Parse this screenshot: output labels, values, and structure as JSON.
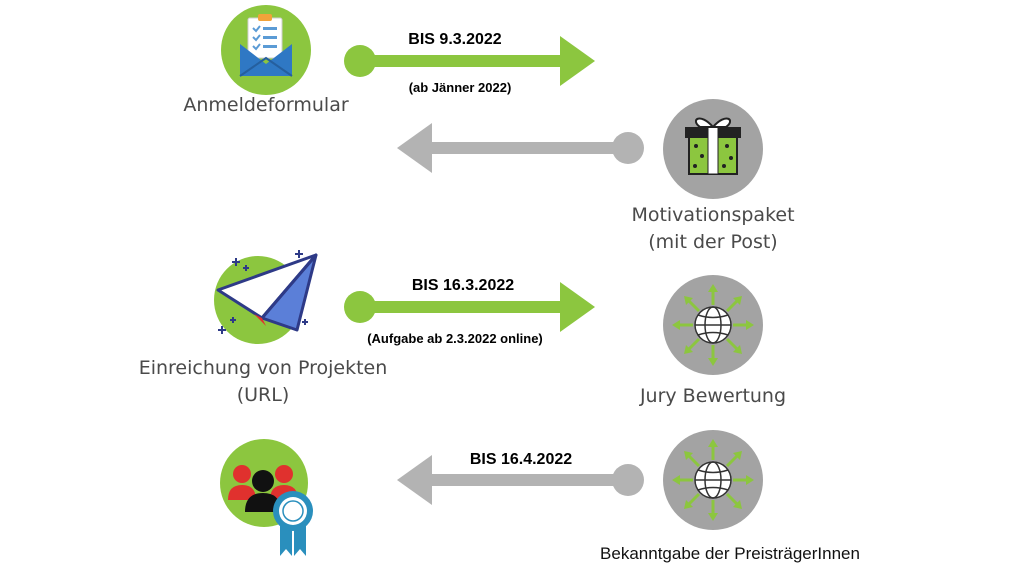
{
  "steps": {
    "registration": {
      "label": "Anmeldeformular",
      "icon": "clipboard-envelope-icon"
    },
    "motivation": {
      "line1": "Motivationspaket",
      "line2": "(mit der Post)",
      "icon": "gift-box-icon"
    },
    "submission": {
      "line1": "Einreichung von Projekten",
      "line2": "(URL)",
      "icon": "paper-plane-icon"
    },
    "jury": {
      "label": "Jury Bewertung",
      "icon": "globe-network-icon"
    },
    "announcement": {
      "label": "Bekanntgabe der PreisträgerInnen",
      "icon": "globe-network-icon"
    },
    "winners": {
      "icon": "award-people-icon"
    }
  },
  "arrows": {
    "a1": {
      "main": "BIS 9.3.2022",
      "sub": "(ab Jänner 2022)",
      "color": "#8cc63f",
      "direction": "right"
    },
    "a2": {
      "color": "#b3b3b3",
      "direction": "left"
    },
    "a3": {
      "main": "BIS 16.3.2022",
      "sub": "(Aufgabe ab 2.3.2022 online)",
      "color": "#8cc63f",
      "direction": "right"
    },
    "a4": {
      "main": "BIS 16.4.2022",
      "color": "#b3b3b3",
      "direction": "left"
    }
  },
  "colors": {
    "green": "#8cc63f",
    "gray": "#a3a3a3",
    "dark_blue": "#2e3a87",
    "red": "#e0312e"
  }
}
